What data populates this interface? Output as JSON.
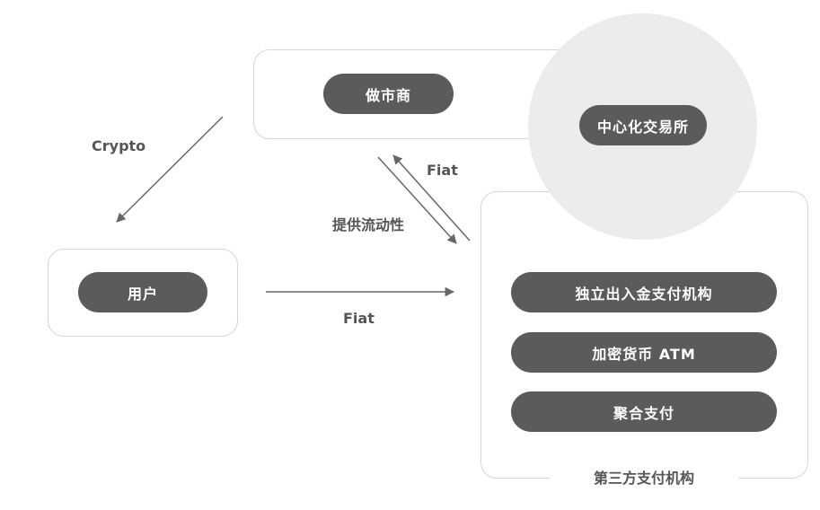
{
  "nodes": {
    "market_maker": "做市商",
    "cex": "中心化交易所",
    "user": "用户",
    "independent_gateway": "独立出入金支付机构",
    "crypto_atm": "加密货币 ATM",
    "aggregated_payment": "聚合支付",
    "third_party_group": "第三方支付机构"
  },
  "edges": {
    "crypto": "Crypto",
    "fiat_upper": "Fiat",
    "liquidity": "提供流动性",
    "fiat_lower": "Fiat"
  },
  "colors": {
    "pill": "#5b5b5b",
    "circle": "#ececec",
    "border": "#d6d6d6",
    "arrow": "#666666"
  }
}
